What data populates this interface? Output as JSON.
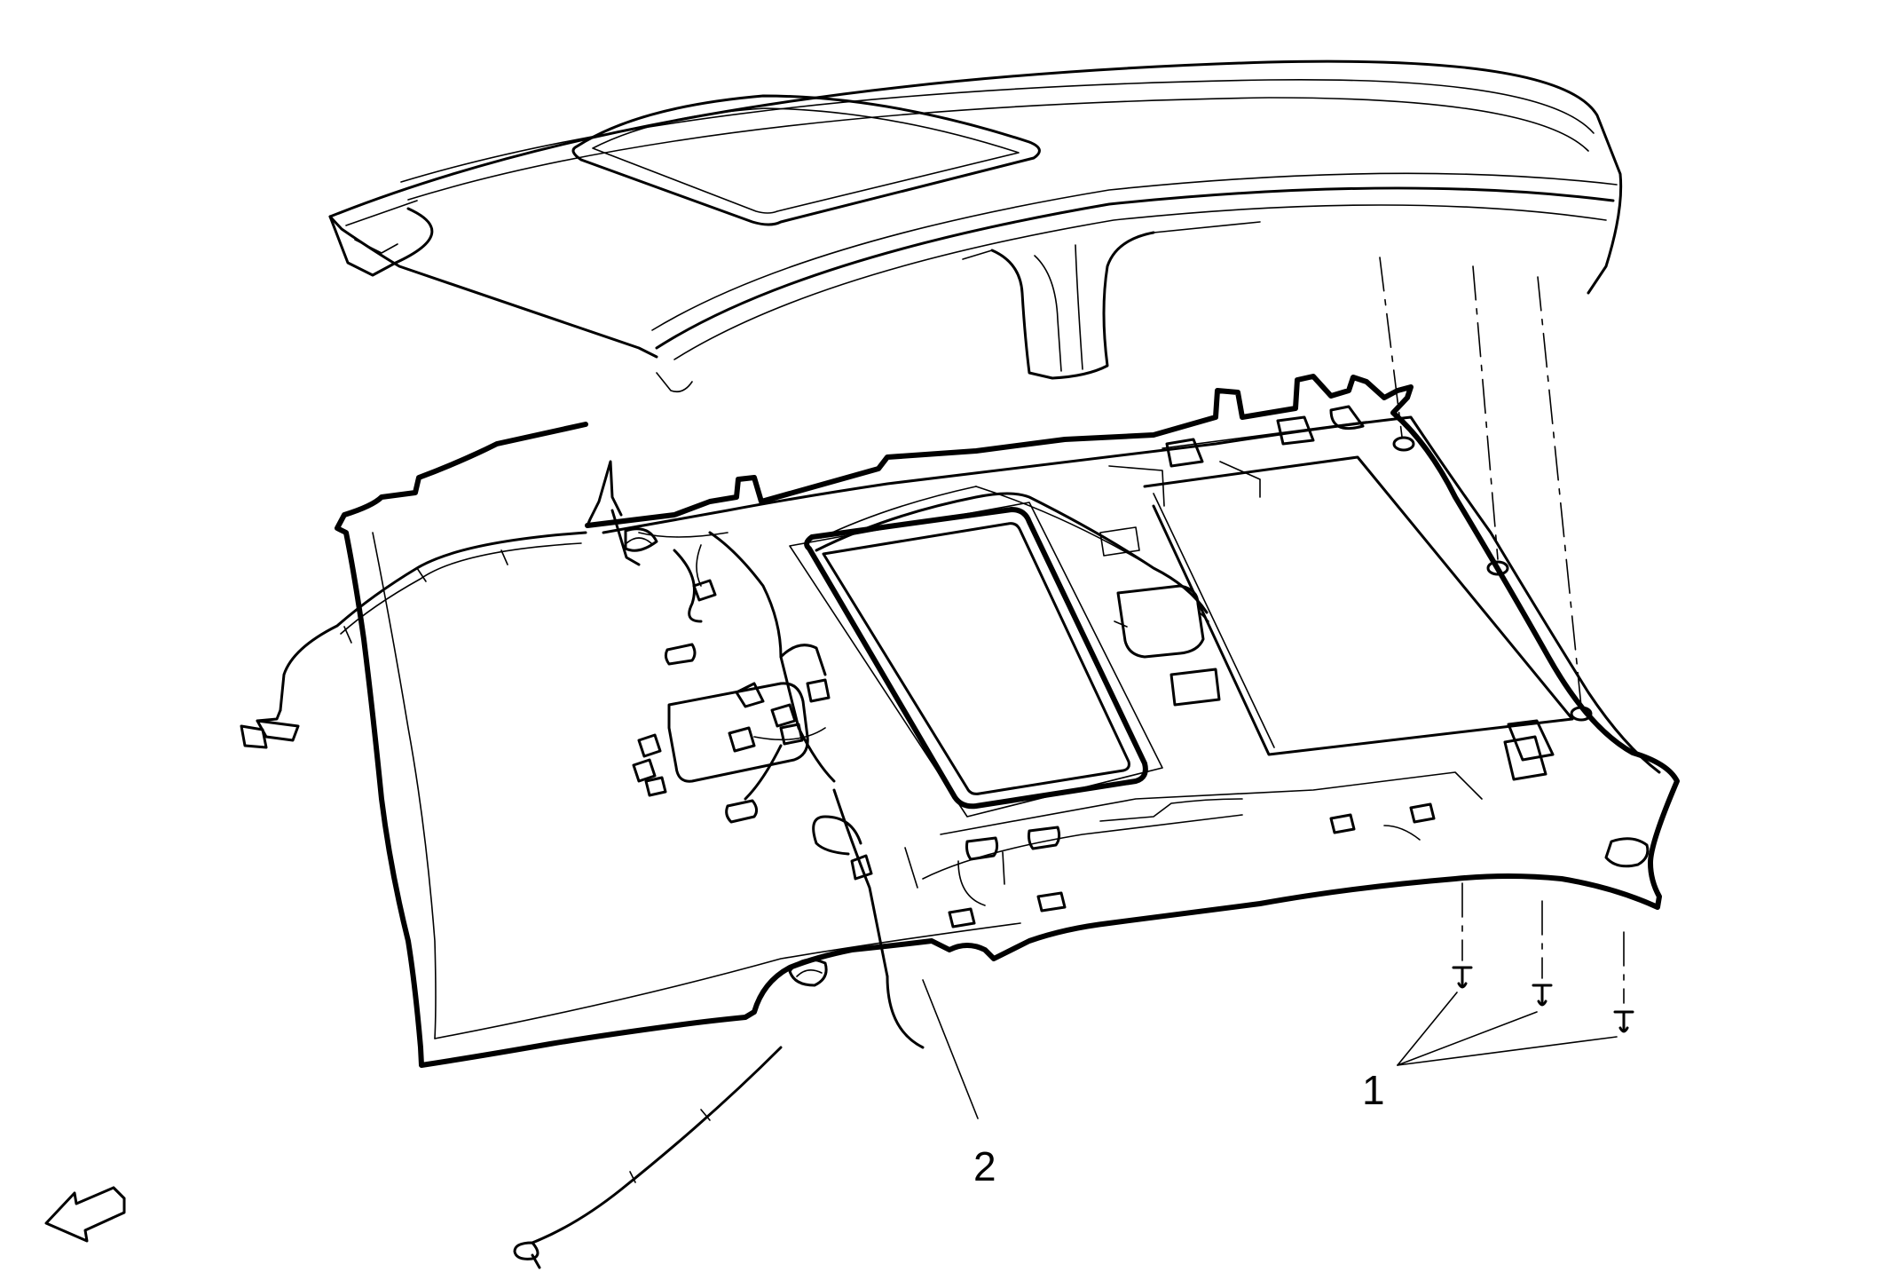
{
  "diagram": {
    "callouts": [
      {
        "id": "1",
        "label": "1"
      },
      {
        "id": "2",
        "label": "2"
      }
    ],
    "icons": {
      "front_direction": "front-direction-arrow-icon"
    },
    "colors": {
      "line": "#000000",
      "background": "#ffffff"
    }
  }
}
